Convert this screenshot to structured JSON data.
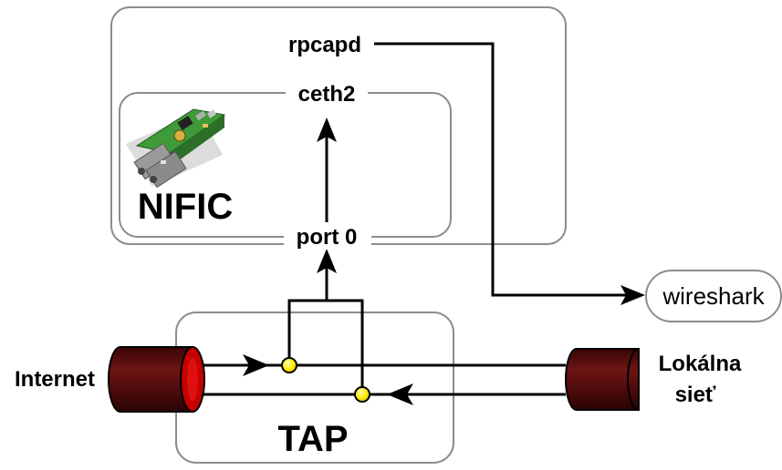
{
  "labels": {
    "rpcapd": "rpcapd",
    "ceth2": "ceth2",
    "nific": "NIFIC",
    "port0": "port 0",
    "wireshark": "wireshark",
    "internet": "Internet",
    "local_line1": "Lokálna",
    "local_line2": "sieť",
    "tap": "TAP"
  },
  "colors": {
    "box_border": "#8c8c8c",
    "line": "#000000",
    "cable": "#5a0c0c",
    "cable_end": "#c40000",
    "tap_point": "#ffee00",
    "card_pcb": "#3f9a3a"
  },
  "icons": {
    "card": "network-card-icon"
  }
}
